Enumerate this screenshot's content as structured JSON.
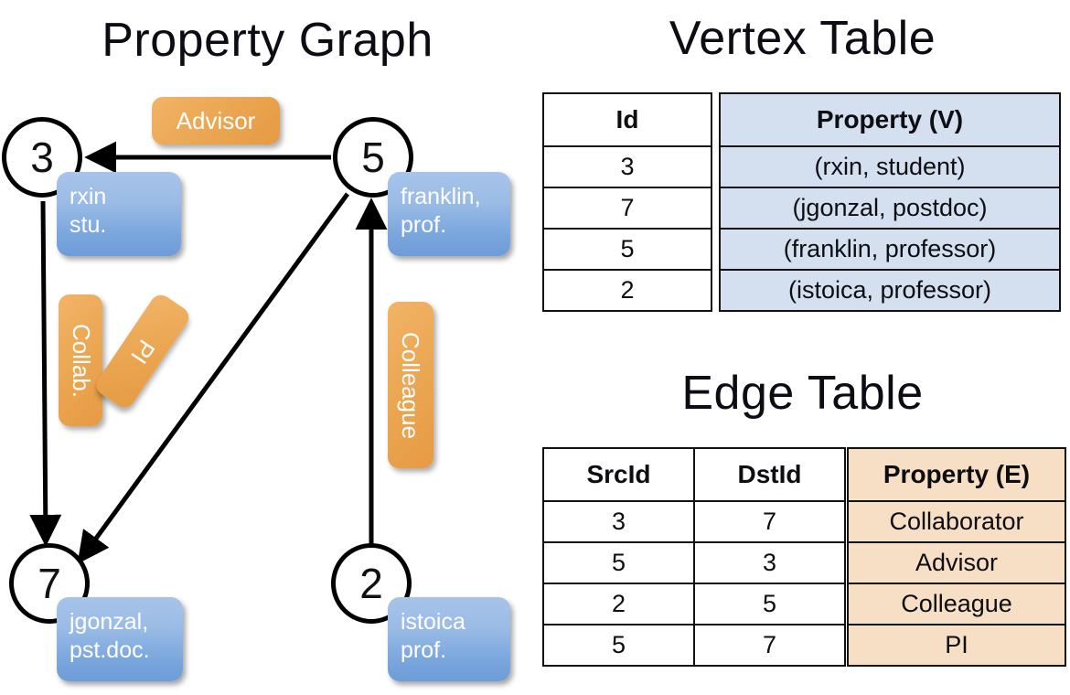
{
  "titles": {
    "graph": "Property Graph",
    "vertex": "Vertex Table",
    "edge": "Edge Table"
  },
  "graph": {
    "nodes": [
      {
        "id": "3",
        "property": "rxin\nstu."
      },
      {
        "id": "5",
        "property": "franklin,\nprof."
      },
      {
        "id": "7",
        "property": "jgonzal,\npst.doc."
      },
      {
        "id": "2",
        "property": "istoica\nprof."
      }
    ],
    "edge_labels": {
      "advisor": "Advisor",
      "collab": "Collab.",
      "pi": "PI",
      "colleague": "Colleague"
    }
  },
  "vertex_table": {
    "headers": [
      "Id",
      "Property (V)"
    ],
    "rows": [
      {
        "id": "3",
        "property": "(rxin, student)"
      },
      {
        "id": "7",
        "property": "(jgonzal, postdoc)"
      },
      {
        "id": "5",
        "property": "(franklin, professor)"
      },
      {
        "id": "2",
        "property": "(istoica, professor)"
      }
    ]
  },
  "edge_table": {
    "headers": [
      "SrcId",
      "DstId",
      "Property (E)"
    ],
    "rows": [
      {
        "src": "3",
        "dst": "7",
        "property": "Collaborator"
      },
      {
        "src": "5",
        "dst": "3",
        "property": "Advisor"
      },
      {
        "src": "2",
        "dst": "5",
        "property": "Colleague"
      },
      {
        "src": "5",
        "dst": "7",
        "property": "PI"
      }
    ]
  },
  "colors": {
    "vertex_fill": "#d4dff0",
    "edge_fill": "#f6dfc5",
    "node_box": "#7aa6dd",
    "edge_label_box": "#eca956",
    "stroke": "#111111",
    "background": "#ffffff"
  }
}
